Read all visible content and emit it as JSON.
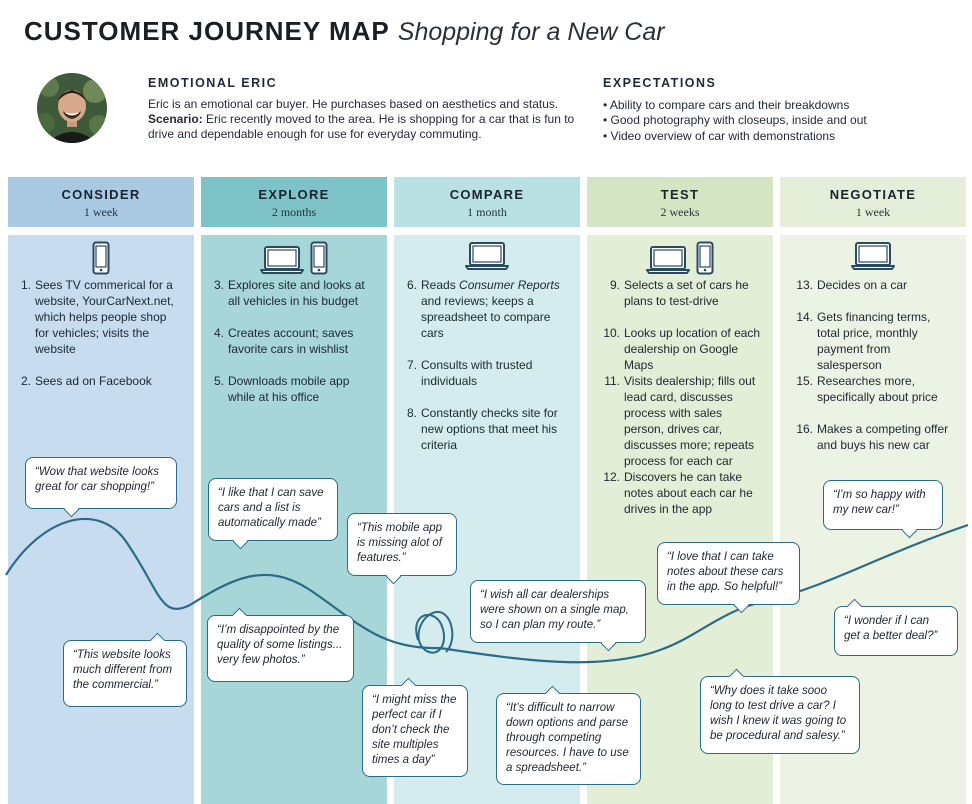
{
  "header": {
    "title": "CUSTOMER JOURNEY MAP",
    "subtitle": "Shopping for a New Car"
  },
  "persona": {
    "name": "EMOTIONAL ERIC",
    "description": "Eric is an emotional car buyer. He purchases based on aesthetics and status.",
    "scenario_label": "Scenario:",
    "scenario_text": "Eric recently moved to the area. He is shopping for a car that is fun to drive and dependable enough for use for everyday commuting."
  },
  "expectations": {
    "title": "EXPECTATIONS",
    "items": [
      "Ability to compare cars and their breakdowns",
      "Good photography with closeups, inside and out",
      "Video overview of car with demonstrations"
    ]
  },
  "stages": [
    {
      "name": "CONSIDER",
      "duration": "1 week",
      "header_color": "#a9c9e2",
      "body_color": "#c7dcee",
      "icons": [
        "phone-icon"
      ],
      "steps": [
        {
          "n": "1.",
          "text": "Sees TV commerical for a website, YourCarNext.net, which helps people shop for vehicles; visits the website"
        },
        {
          "n": "2.",
          "text": "Sees ad on Facebook"
        }
      ]
    },
    {
      "name": "EXPLORE",
      "duration": "2 months",
      "header_color": "#7ec3c7",
      "body_color": "#a6d6d8",
      "icons": [
        "laptop-icon",
        "phone-icon"
      ],
      "steps": [
        {
          "n": "3.",
          "text": "Explores site and looks at all vehicles in his budget"
        },
        {
          "n": "4.",
          "text": "Creates account; saves favorite cars in wishlist"
        },
        {
          "n": "5.",
          "text": "Downloads mobile app while at his office"
        }
      ]
    },
    {
      "name": "COMPARE",
      "duration": "1 month",
      "header_color": "#b9e0e2",
      "body_color": "#d4ecee",
      "icons": [
        "laptop-icon"
      ],
      "steps": [
        {
          "n": "6.",
          "text_italic": "Consumer Reports",
          "text_before": "Reads ",
          "text": " and reviews; keeps a spreadsheet to compare cars"
        },
        {
          "n": "7.",
          "text": "Consults with trusted individuals"
        },
        {
          "n": "8.",
          "text": "Constantly checks site for new options that meet his criteria"
        }
      ]
    },
    {
      "name": "TEST",
      "duration": "2 weeks",
      "header_color": "#d4e5c4",
      "body_color": "#e2eed6",
      "icons": [
        "laptop-icon",
        "phone-icon"
      ],
      "steps": [
        {
          "n": "9.",
          "text": "Selects a set of cars he plans to test-drive"
        },
        {
          "n": "10.",
          "text": "Looks up location of each dealership on Google Maps"
        },
        {
          "n": "11.",
          "text": "Visits dealership; fills out lead card, discusses process with sales person, drives car, discusses more; repeats process for each car"
        },
        {
          "n": "12.",
          "text": "Discovers he can take notes about each car he drives in the app"
        }
      ]
    },
    {
      "name": "NEGOTIATE",
      "duration": "1 week",
      "header_color": "#e4eed9",
      "body_color": "#edf3e4",
      "icons": [
        "laptop-icon"
      ],
      "steps": [
        {
          "n": "13.",
          "text": "Decides on a car"
        },
        {
          "n": "14.",
          "text": "Gets financing terms, total price, monthly payment from salesperson"
        },
        {
          "n": "15.",
          "text": "Researches more, specifically about price"
        },
        {
          "n": "16.",
          "text": "Makes a competing offer and buys his new car"
        }
      ]
    }
  ],
  "quotes": [
    {
      "text": "“Wow that website looks great for car shopping!”"
    },
    {
      "text": "“This website looks much different from the commercial.”"
    },
    {
      "text": "“I like that I can save cars and a list is automatically made”"
    },
    {
      "text": "“I’m disappointed by the quality of some listings... very few photos.”"
    },
    {
      "text": "“This mobile app is missing alot of features.”"
    },
    {
      "text": "“I might miss the perfect car if I don’t check the site multiples times a day”"
    },
    {
      "text": "“I wish all car dealerships were shown on a single map, so I can plan my route.”"
    },
    {
      "text": "“It’s difficult to narrow down options and parse through competing resources. I have to use a spreadsheet.”"
    },
    {
      "text": "“I love that I can take notes about these cars in the app. So helpful!”"
    },
    {
      "text": "“Why does it take sooo long to test drive a car? I wish I knew it was going to be procedural and salesy.”"
    },
    {
      "text": "“I’m so happy with my new car!”"
    },
    {
      "text": "“I wonder if I can get a better deal?”"
    }
  ],
  "colors": {
    "curve": "#2a6b87",
    "bubble_border": "#2a6b87",
    "text": "#1c2733"
  }
}
